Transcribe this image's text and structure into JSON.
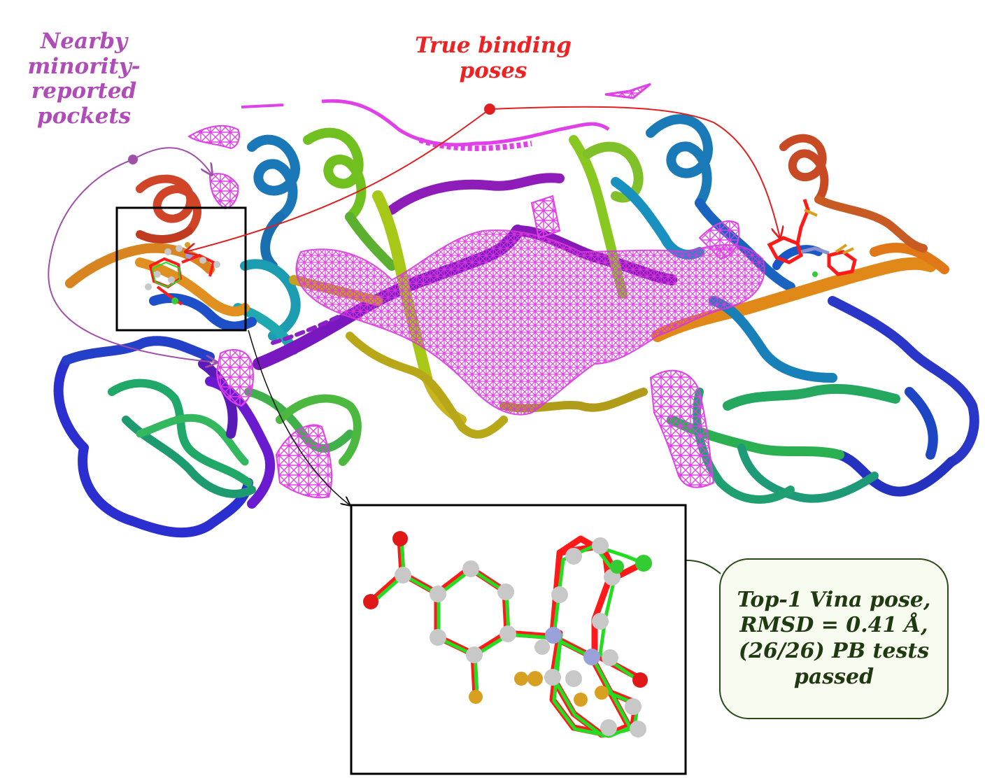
{
  "labels": {
    "nearby_pockets": [
      "Nearby",
      "minority-",
      "reported",
      "pockets"
    ],
    "true_poses": [
      "True binding",
      "poses"
    ],
    "callout": [
      "Top-1 Vina pose,",
      "RMSD = 0.41 Å,",
      "(26/26) PB tests",
      "passed"
    ]
  },
  "colors": {
    "pocket_mesh": "#e040e8",
    "pocket_label": "#b04cb8",
    "true_pose_label": "#ee2222",
    "ligand_reference": "#ff1a1a",
    "ligand_predicted": "#22dd22",
    "callout_text": "#1f3a10"
  }
}
